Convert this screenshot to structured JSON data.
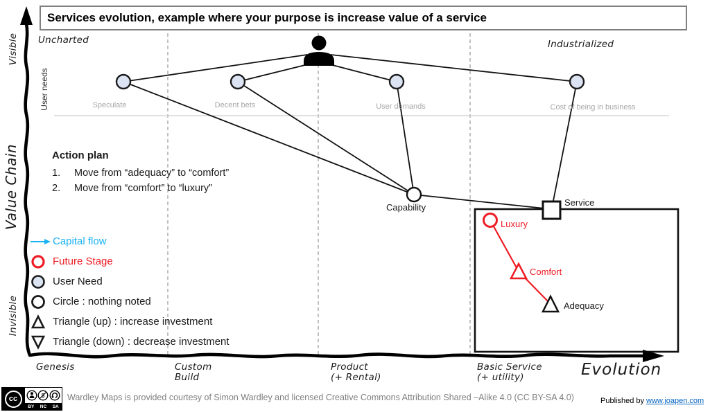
{
  "title": "Services evolution, example where your purpose is increase value of a service",
  "regions": {
    "left": "Uncharted",
    "right": "Industrialized"
  },
  "value_chain_axis": {
    "title": "Value Chain",
    "top": "Visible",
    "bottom": "Invisible"
  },
  "user_needs_axis": "User needs",
  "evolution_axis": {
    "title": "Evolution",
    "stages": [
      {
        "line1": "Genesis",
        "line2": ""
      },
      {
        "line1": "Custom",
        "line2": "Build"
      },
      {
        "line1": "Product",
        "line2": "(+ Rental)"
      },
      {
        "line1": "Basic Service",
        "line2": "(+ utility)"
      }
    ]
  },
  "nodes": {
    "speculate": "Speculate",
    "decent_bets": "Decent bets",
    "user_demands": "User demands",
    "cost_of_business": "Cost of being in business",
    "capability": "Capability",
    "service": "Service",
    "luxury": "Luxury",
    "comfort": "Comfort",
    "adequacy": "Adequacy"
  },
  "action_plan": {
    "heading": "Action plan",
    "items": [
      {
        "num": "1.",
        "text": "Move from “adequacy” to “comfort”"
      },
      {
        "num": "2.",
        "text": "Move from “comfort” to “luxury”"
      }
    ]
  },
  "legend": {
    "capital_flow": "Capital flow",
    "future_stage": "Future Stage",
    "user_need": "User Need",
    "circle_note": "Circle : nothing noted",
    "triangle_up": "Triangle (up) : increase investment",
    "triangle_down": "Triangle (down) : decrease investment"
  },
  "colors": {
    "capital_flow_cyan": "#1ab2f2",
    "future_stage_red": "#ee1c25",
    "user_need_fill": "#dce3f3",
    "muted_label_gray": "#a6a6a6",
    "link_blue": "#0563c1"
  },
  "footer": {
    "badge": {
      "cc": "cc",
      "by": "BY",
      "nc": "NC",
      "sa": "SA"
    },
    "license_text": "Wardley Maps is provided courtesy of Simon Wardley and licensed  Creative Commons Attribution Shared –Alike 4.0 (CC BY-SA 4.0)",
    "published_by": "Published by ",
    "link": "www.joapen.com"
  }
}
